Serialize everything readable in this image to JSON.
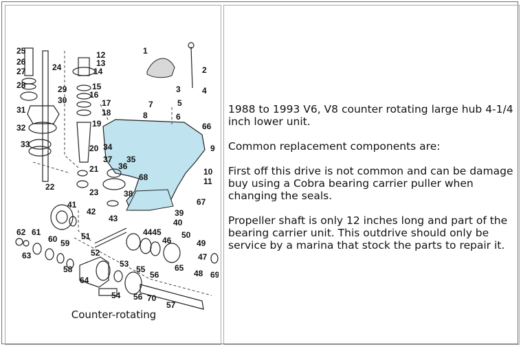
{
  "diagram": {
    "caption": "Counter-rotating",
    "highlight_color": "#bfe3ef",
    "part_numbers": [
      "1",
      "2",
      "3",
      "4",
      "5",
      "6",
      "7",
      "8",
      "9",
      "10",
      "11",
      "12",
      "13",
      "14",
      "15",
      "16",
      "17",
      "18",
      "19",
      "20",
      "21",
      "22",
      "23",
      "24",
      "25",
      "26",
      "27",
      "28",
      "29",
      "30",
      "31",
      "32",
      "33",
      "34",
      "35",
      "36",
      "37",
      "38",
      "39",
      "40",
      "41",
      "42",
      "43",
      "44",
      "45",
      "46",
      "47",
      "48",
      "49",
      "50",
      "51",
      "52",
      "53",
      "54",
      "55",
      "56",
      "57",
      "58",
      "59",
      "60",
      "61",
      "62",
      "63",
      "64",
      "65",
      "66",
      "67",
      "68",
      "69",
      "70"
    ]
  },
  "description": {
    "paragraphs": [
      "1988 to 1993 V6, V8 counter rotating large hub 4-1/4 inch lower unit.",
      "Common replacement components are:",
      "First off this drive is not common and can be damage buy using a Cobra bearing carrier puller when changing the seals.",
      "Propeller shaft is only 12 inches long and part of the bearing carrier unit. This outdrive should only be service by a marina that stock the parts to repair it."
    ]
  }
}
